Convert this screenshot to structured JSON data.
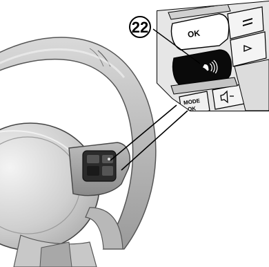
{
  "callout": {
    "number": "22"
  },
  "buttons": {
    "ok_label": "OK",
    "mode_line1": "MODE",
    "mode_line2": "OK"
  },
  "icons": {
    "voice": "voice-recognition-icon",
    "mute": "speaker-mute-icon",
    "arrow_up": "arrow-up-icon",
    "arrow_right": "arrow-right-icon"
  }
}
